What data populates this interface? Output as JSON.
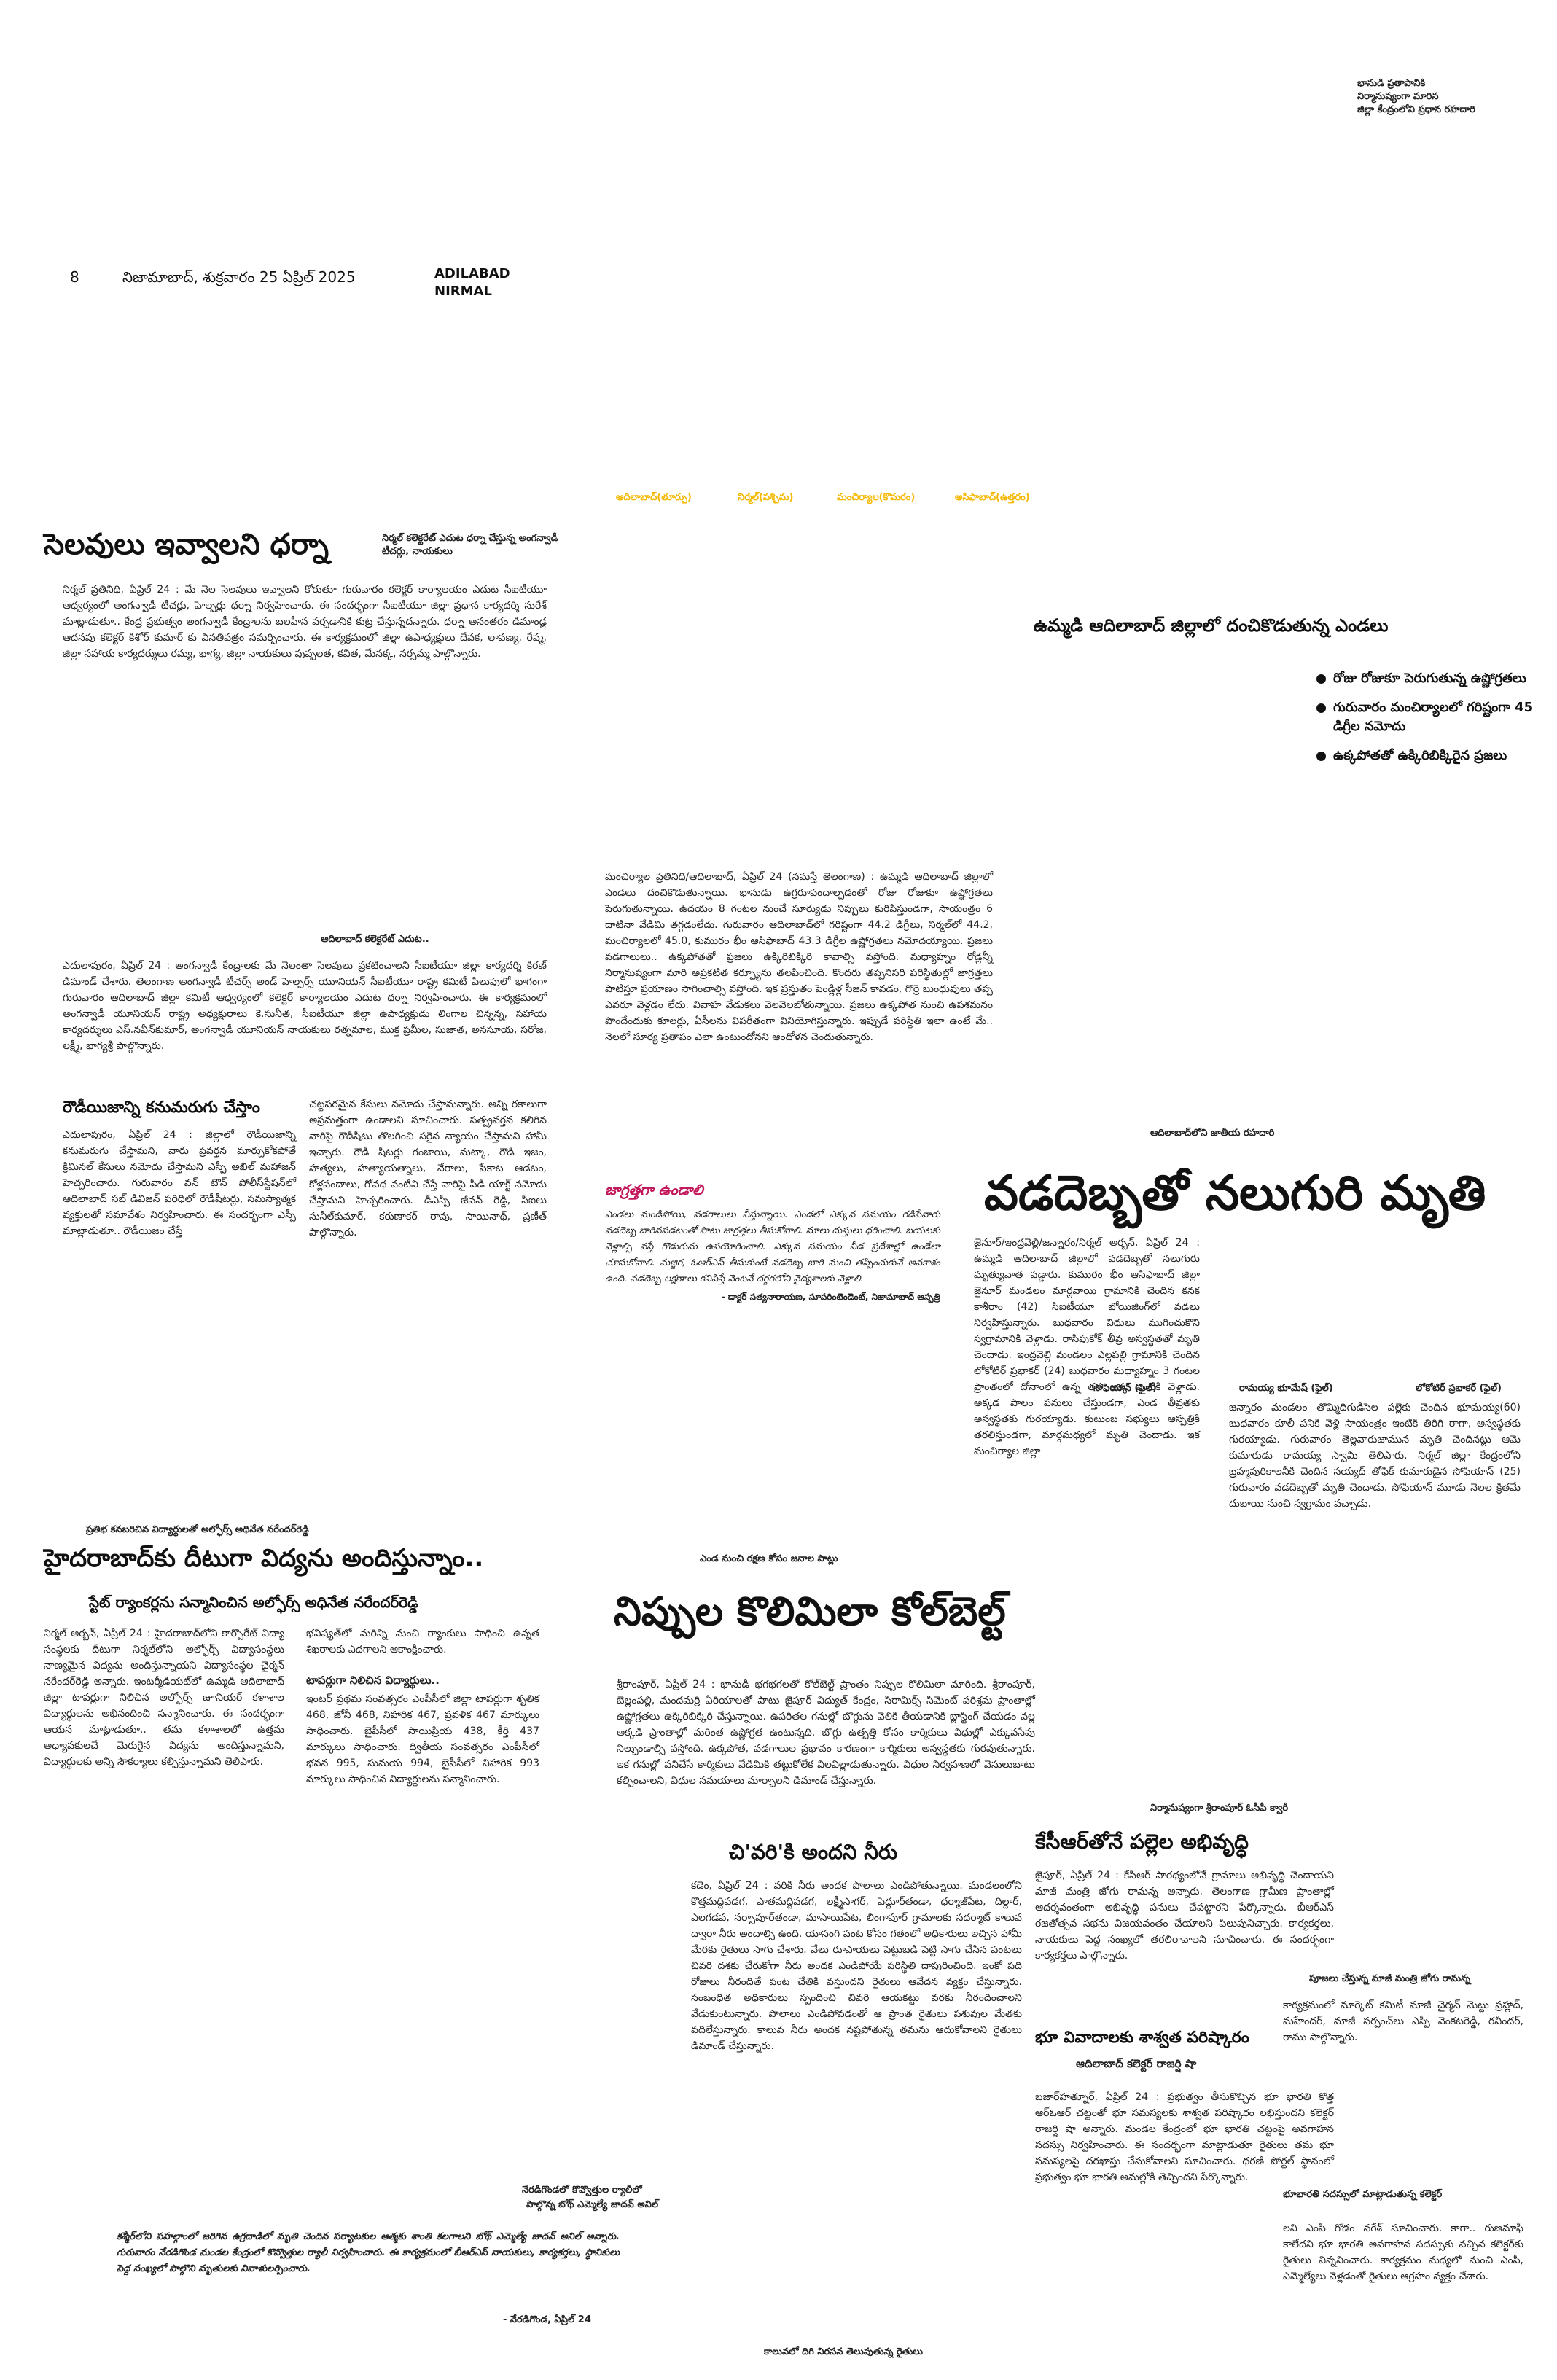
{
  "top_right_note": [
    "భానుడి ప్రతాపానికి",
    "నిర్మానుష్యంగా మారిన",
    "జిల్లా కేంద్రంలోని ప్రధాన రహదారి"
  ],
  "masthead": {
    "page_number": "8",
    "dateline": "నిజామాబాద్, శుక్రవారం 25 ఏప్రిల్ 2025",
    "edition_line1": "ADILABAD",
    "edition_line2": "NIRMAL"
  },
  "section_tabs": [
    "ఆదిలాబాద్(తూర్పు)",
    "నిర్మల్(పశ్చిమ)",
    "మంచిర్యాల(కొమరం)",
    "ఆసిఫాబాద్(ఉత్తరం)"
  ],
  "story_salary": {
    "headline": "సెలవులు ఇవ్వాలని ధర్నా",
    "photo_caption": "నిర్మల్ కలెక్టరేట్ ఎదుట ధర్నా చేస్తున్న అంగన్వాడీ టీచర్లు, నాయకులు",
    "body": "నిర్మల్ ప్రతినిధి, ఏప్రిల్ 24 : మే నెల సెలవులు ఇవ్వాలని కోరుతూ గురువారం కలెక్టర్ కార్యాలయం ఎదుట సీఐటీయూ ఆధ్వర్యంలో అంగన్వాడీ టీచర్లు, హెల్పర్లు ధర్నా నిర్వహించారు. ఈ సందర్భంగా సీఐటీయూ జిల్లా ప్రధాన కార్యదర్శి సురేశ్ మాట్లాడుతూ.. కేంద్ర ప్రభుత్వం అంగన్వాడీ కేంద్రాలను బలహీన పర్చడానికి కుట్ర చేస్తున్నదన్నారు. ధర్నా అనంతరం డిమాండ్ల ఆదనపు కలెక్టర్ కిశోర్ కుమార్ కు వినతిపత్రం సమర్పించారు. ఈ కార్యక్రమంలో జిల్లా ఉపాధ్యక్షులు దేవక, లావణ్య, రేష్మ, జిల్లా సహాయ కార్యదర్శులు రమ్య, భాగ్య, జిల్లా నాయకులు పుష్పలత, కవిత, మేనక్క, నర్సమ్మ పాల్గొన్నారు."
  },
  "story_adilabad": {
    "photo_caption": "ఆదిలాబాద్ కలెక్టరేట్ ఎదుట..",
    "body": "ఎదులాపురం, ఏప్రిల్ 24 : అంగన్వాడీ కేంద్రాలకు మే నెలంతా సెలవులు ప్రకటించాలని సీఐటీయూ జిల్లా కార్యదర్శి కిరణ్ డిమాండ్ చేశారు. తెలంగాణ అంగన్వాడీ టీచర్స్ అండ్ హెల్పర్స్ యూనియన్ సీఐటీయూ రాష్ట్ర కమిటీ పిలుపులో భాగంగా గురువారం ఆదిలాబాద్ జిల్లా కమిటీ ఆధ్వర్యంలో కలెక్టర్ కార్యాలయం ఎదుట ధర్నా నిర్వహించారు. ఈ కార్యక్రమంలో అంగన్వాడీ యూనియన్ రాష్ట్ర అధ్యక్షురాలు కె.సునీత, సీఐటీయూ జిల్లా ఉపాధ్యక్షుడు లింగాల చిన్నన్న, సహాయ కార్యదర్శులు ఎస్.నవీన్‌కుమార్, అంగన్వాడీ యూనియన్ నాయకులు రత్నమాల, ముక్త ప్రమీల, సుజాత, అనసూయ, సరోజ, లక్ష్మీ, భాగ్యశ్రీ పాల్గొన్నారు."
  },
  "story_rowdy": {
    "headline": "రౌడీయిజాన్ని కనుమరుగు చేస్తాం",
    "body_left": "ఎదులాపురం, ఏప్రిల్ 24 : జిల్లాలో రౌడీయిజాన్ని కనుమరుగు చేస్తామని, వారు ప్రవర్తన మార్చుకోకపోతే క్రిమినల్ కేసులు నమోదు చేస్తామని ఎస్పీ అఖిల్ మహాజన్ హెచ్చరించారు. గురువారం వన్ టౌన్ పోలీస్‌స్టేషన్‌లో ఆదిలాబాద్ సబ్ డివిజన్ పరిధిలో రౌడీషీటర్లు, సమస్యాత్మక వ్యక్తులతో సమావేశం నిర్వహించారు. ఈ సందర్భంగా ఎస్పీ మాట్లాడుతూ.. రౌడీయిజం చేస్తే",
    "body_right": "చట్టపరమైన కేసులు నమోదు చేస్తామన్నారు. అన్ని రకాలుగా అప్రమత్తంగా ఉండాలని సూచించారు. సత్ప్రవర్తన కలిగిన వారిపై రౌడీషీటు తొలగించి సరైన న్యాయం చేస్తామని హామీ ఇచ్చారు. రౌడీ షీటర్లు గంజాయి, మట్కా, రౌడీ ఇజం, హత్యలు, హత్యాయత్నాలు, నేరాలు, పేకాట ఆడటం, కోళ్లపందాలు, గోవధ వంటివి చేస్తే వారిపై పీడీ యాక్ట్ నమోదు చేస్తామని హెచ్చరించారు. డీఎస్పీ జీవన్ రెడ్డి, సీఐలు సునీల్‌కుమార్, కరుణాకర్ రావు, సాయినాథ్, ప్రణీత్ పాల్గొన్నారు."
  },
  "story_heat": {
    "body": "మంచిర్యాల ప్రతినిధి/ఆదిలాబాద్, ఏప్రిల్ 24 (నమస్తే తెలంగాణ) : ఉమ్మడి ఆదిలాబాద్ జిల్లాలో ఎండలు దంచికొడుతున్నాయి. భానుడు ఉగ్రరూపందాల్చడంతో రోజు రోజుకూ ఉష్ణోగ్రతలు పెరుగుతున్నాయి. ఉదయం 8 గంటల నుంచే సూర్యుడు నిప్పులు కురిపిస్తుండగా, సాయంత్రం 6 దాటినా వేడిమి తగ్గడంలేదు. గురువారం ఆదిలాబాద్‌లో గరిష్టంగా 44.2 డిగ్రీలు, నిర్మల్‌లో 44.2, మంచిర్యాలలో 45.0, కుమురం భీం ఆసిఫాబాద్ 43.3 డిగ్రీల ఉష్ణోగ్రతలు నమోదయ్యాయి. ప్రజలు వడగాలులు.. ఉక్కపోతతో ప్రజలు ఉక్కిరిబిక్కిరి కావాల్సి వస్తోంది. మధ్యాహ్నం రోడ్లన్నీ నిర్మానుష్యంగా మారి అప్రకటిత కర్ఫ్యూను తలపించింది. కొందరు తప్పనిసరి పరిస్థితుల్లో జాగ్రత్తలు పాటిస్తూ ప్రయాణం సాగించాల్సి వస్తోంది. ఇక ప్రస్తుతం పెండ్లిళ్ల సీజన్ కావడం, గొర్రె బుంధువులు తప్ప ఎవరూ వెళ్లడం లేదు. వివాహ వేడుకలు వెలవెలబోతున్నాయి. ప్రజలు ఉక్కపోత నుంచి ఉపశమనం పొందేందుకు కూలర్లు, ఏసీలను విపరీతంగా వినియోగిస్తున్నారు. ఇప్పుడే పరిస్థితి ఇలా ఉంటే మే.. నెలలో సూర్య ప్రతాపం ఎలా ఉంటుందోనని ఆందోళన చెందుతున్నారు."
  },
  "heat_header": {
    "headline": "ఉమ్మడి ఆదిలాబాద్ జిల్లాలో దంచికొడుతున్న ఎండలు",
    "bullets": [
      "రోజు రోజుకూ పెరుగుతున్న ఉష్ణోగ్రతలు",
      "గురువారం మంచిర్యాలలో గరిష్టంగా 45 డిగ్రీల నమోదు",
      "ఉక్కపోతతో ఉక్కిరిబిక్కిరైన ప్రజలు"
    ],
    "photo_caption": "ఆదిలాబాద్‌లోని జాతీయ రహదారి"
  },
  "careful_box": {
    "title": "జాగ్రత్తగా ఉండాలి",
    "body": "ఎండలు మండిపోయి, వడగాలులు వీస్తున్నాయి. ఎండలో ఎక్కువ సమయం గడిపేవారు వడదెబ్బ బారినపడటంతో పాటు జాగ్రత్తలు తీసుకోవాలి. నూలు దుస్తులు ధరించాలి. బయటకు వెళ్లాల్సి వస్తే గొడుగును ఉపయోగించాలి. ఎక్కువ సమయం నీడ ప్రదేశాల్లో ఉండేలా చూసుకోవాలి. మజ్జిగ, ఓఆర్ఎస్ తీసుకుంటే వడదెబ్బ బారి నుంచి తప్పించుకునే అవకాశం ఉంది. వడదెబ్బ లక్షణాలు కనిపిస్తే వెంటనే దగ్గరలోని వైద్యశాలకు వెళ్లాలి.",
    "signature": "- డాక్టర్ సత్యనారాయణ, సూపరింటెండెంట్, నిజామాబాద్ ఆస్పత్రి"
  },
  "story_heatstroke": {
    "headline": "వడదెబ్బతో నలుగురి మృతి",
    "body": "జైనూర్/ఇంద్రవెల్లి/జన్నారం/నిర్మల్ అర్బన్, ఏప్రిల్ 24 : ఉమ్మడి ఆదిలాబాద్ జిల్లాలో వడదెబ్బతో నలుగురు మృత్యువాత పడ్డారు. కుమురం భీం ఆసిఫాబాద్ జిల్లా జైనూర్ మండలం మార్లవాయి గ్రామానికి చెందిన కనక కాశీరాం (42) సిఐటీయూ బోయిజింగ్‌లో వడలు నిర్వహిస్తున్నారు. బుధవారం విధులు ముగించుకొని స్వగ్రామానికి వెళ్లాడు. రాసిఫుకోక్ తీవ్ర అస్వస్థతతో మృతి చెందాడు. ఇంద్రవెల్లి మండలం ఎల్లపల్లి గ్రామానికి చెందిన లోకోటిర్ ప్రభాకర్ (24) బుధవారం మధ్యాహ్నం 3 గంటల ప్రాంతంలో దోనాంలో ఉన్న తన అక్క ఇంటికి వెళ్లాడు. అక్కడ పాలం పనులు చేస్తుండగా, ఎండ తీవ్రతకు అస్వస్థతకు గురయ్యాడు. కుటుంబ సభ్యులు ఆస్పత్రికి తరలిస్తుండగా, మార్గమధ్యలో మృతి చెందాడు. ఇక మంచిర్యాల జిల్లా",
    "body_right": "జన్నారం మండలం తొమ్మిదిగుడిసెల పల్లెకు చెందిన భూమయ్య(60) బుధవారం కూలీ పనికి వెళ్లి సాయంత్రం ఇంటికి తిరిగి రాగా, అస్వస్థతకు గురయ్యాడు. గురువారం తెల్లవారుజామున మృతి చెందినట్లు ఆమె కుమారుడు రామయ్య స్వామి తెలిపారు. నిర్మల్ జిల్లా కేంద్రంలోని బ్రహ్మపురికాలనీకి చెందిన సయ్యద్ తోఫిక్ కుమారుడైన సోఫియాన్ (25) గురువారం వడదెబ్బతో మృతి చెందాడు. సోఫియాన్ మూడు నెలల క్రితమే దుబాయి నుంచి స్వగ్రామం వచ్చాడు.",
    "photo_captions": [
      "సోఫియాన్ (ఫైల్)",
      "రామయ్య భూమేష్ (ఫైల్)",
      "లోకోటిర్ ప్రభాకర్ (ఫైల్)"
    ]
  },
  "story_hyd": {
    "kicker": "ప్రతిభ కనబరిచిన విద్యార్థులతో అల్ఫోర్స్ అధినేత నరేందర్‌రెడ్డి",
    "headline": "హైదరాబాద్‌కు దీటుగా విద్యను అందిస్తున్నాం..",
    "subhead": "స్టేట్ ర్యాంకర్లను సన్మానించిన అల్ఫోర్స్ అధినేత నరేందర్‌రెడ్డి",
    "body_left": "నిర్మల్ అర్బన్, ఏప్రిల్ 24 : హైదరాబాద్‌లోని కార్పొరేట్ విద్యా సంస్థలకు దీటుగా నిర్మల్‌లోని అల్ఫోర్స్ విద్యాసంస్థలు నాణ్యమైన విద్యను అందిస్తున్నాయని విద్యాసంస్థల చైర్మన్ నరేందర్‌రెడ్డి అన్నారు. ఇంటర్మీడియట్‌లో ఉమ్మడి ఆదిలాబాద్ జిల్లా టాపర్లుగా నిలిచిన అల్ఫోర్స్ జూనియర్ కళాశాల విద్యార్థులను అభినందించి సన్మానించారు. ఈ సందర్భంగా ఆయన మాట్లాడుతూ.. తమ కళాశాలలో ఉత్తమ అధ్యాపకులచే మెరుగైన విద్యను అందిస్తున్నామని, విద్యార్థులకు అన్ని సౌకర్యాలు కల్పిస్తున్నామని తెలిపారు.",
    "body_right": "భవిష్యత్‌లో మరిన్ని మంచి ర్యాంకులు సాధించి ఉన్నత శిఖరాలకు ఎదగాలని ఆకాంక్షించారు.",
    "box_title": "టాపర్లుగా నిలిచిన విద్యార్థులు..",
    "box_body": "ఇంటర్ ప్రథమ సంవత్సరం ఎంపీసీలో జిల్లా టాపర్లుగా శృతిక 468, జోనీ 468, నిహారిక 467, ప్రవళిక 467 మార్కులు సాధించారు. బైపీసీలో సాయిప్రియ 438, కీర్తి 437 మార్కులు సాధించారు. ద్వితీయ సంవత్సరం ఎంపీసీలో భవన 995, సుమయ 994, బైపీసీలో నిహారిక 993 మార్కులు సాధించిన విద్యార్థులను సన్మానించారు."
  },
  "story_coal": {
    "kicker": "ఎండ నుంచి రక్షణ కోసం జనాల పాట్లు",
    "headline": "నిప్పుల కొలిమిలా కోల్‌బెల్ట్",
    "body": "శ్రీరాంపూర్, ఏప్రిల్ 24 : భానుడి భగభగలతో కోల్‌బెల్ట్ ప్రాంతం నిప్పుల కొలిమిలా మారింది. శ్రీరాంపూర్, బెల్లంపల్లి, మందమర్రి ఏరియాలతో పాటు జైపూర్ విద్యుత్ కేంద్రం, సిరామిక్స్ సిమెంట్ పరిశ్రమ ప్రాంతాల్లో ఉష్ణోగ్రతలు ఉక్కిరిబిక్కిరి చేస్తున్నాయి. ఉపరితల గనుల్లో బొగ్గును వెలికి తీయడానికి బ్లాస్టింగ్ చేయడం వల్ల అక్కడి ప్రాంతాల్లో మరింత ఉష్ణోగ్రత ఉంటున్నది. బొగ్గు ఉత్పత్తి కోసం కార్మికులు విధుల్లో ఎక్కువసేపు నిల్చుండాల్సి వస్తోంది. ఉక్కపోత, వడగాలుల ప్రభావం కారణంగా కార్మికులు అస్వస్థతకు గురవుతున్నారు. ఇక గనుల్లో పనిచేసే కార్మికులు వేడిమికి తట్టుకోలేక విలవిల్లాడుతున్నారు. విధుల నిర్వహణలో వెసులుబాటు కల్పించాలని, విధుల సమయాలు మార్చాలని డిమాండ్ చేస్తున్నారు.",
    "photo_caption": "నిర్మానుష్యంగా శ్రీరాంపూర్ ఓసీపీ క్వారీ"
  },
  "story_water": {
    "headline": "చి'వరి'కి అందని నీరు",
    "body": "కడెం, ఏప్రిల్ 24 : వరికి నీరు అందక పొలాలు ఎండిపోతున్నాయి. మండలంలోని కొత్తమద్దిపడగ, పాతమద్దిపడగ, లక్ష్మీసాగర్, పెద్దూర్‌తండా, ధర్మాజీపేట, దిల్దార్, ఎలగడప, నర్సాపూర్‌తండా, మాసాయిపేట, లింగాపూర్ గ్రామాలకు సదర్మాట్ కాలువ ద్వారా నీరు అందాల్సి ఉంది. యాసంగి పంట కోసం గతంలో అధికారులు ఇచ్చిన హామీ మేరకు రైతులు సాగు చేశారు. వేలు రూపాయలు పెట్టుబడి పెట్టి సాగు చేసిన పంటలు చివరి దశకు చేరుకోగా నీరు అందక ఎండిపోయే పరిస్థితి దాపురించింది. ఇంకో పది రోజులు నీరందితే పంట చేతికి వస్తుందని రైతులు ఆవేదన వ్యక్తం చేస్తున్నారు. సంబంధిత అధికారులు స్పందించి చివరి ఆయకట్టు వరకు నీరందించాలని వేడుకుంటున్నారు. పొలాలు ఎండిపోవడంతో ఆ ప్రాంత రైతులు పశువుల మేతకు వదిలేస్తున్నారు. కాలువ నీరు అందక నష్టపోతున్న తమను ఆదుకోవాలని రైతులు డిమాండ్ చేస్తున్నారు.",
    "photo_caption": "కాలువలో దిగి నిరసన తెలుపుతున్న రైతులు"
  },
  "story_kcr": {
    "headline": "కేసీఆర్‌తోనే పల్లెల అభివృద్ధి",
    "body": "జైపూర్, ఏప్రిల్ 24 : కేసీఆర్ సారథ్యంలోనే గ్రామాలు అభివృద్ధి చెందాయని మాజీ మంత్రి జోగు రామన్న అన్నారు. తెలంగాణ గ్రామీణ ప్రాంతాల్లో ఆదర్శవంతంగా అభివృద్ధి పనులు చేపట్టారని పేర్కొన్నారు. బీఆర్ఎస్ రజతోత్సవ సభను విజయవంతం చేయాలని పిలుపునిచ్చారు. కార్యకర్తలు, నాయకులు పెద్ద సంఖ్యలో తరలిరావాలని సూచించారు. ఈ సందర్భంగా కార్యకర్తలు పాల్గొన్నారు.",
    "photo_caption": "పూజలు చేస్తున్న మాజీ మంత్రి జోగు రామన్న",
    "side_text": "కార్యక్రమంలో మార్కెట్ కమిటీ మాజీ చైర్మన్ మెట్టు ప్రహ్లాద్, మహేందర్, మాజీ సర్పంచ్‌లు ఎస్పీ వెంకటరెడ్డి, రవీందర్, రాము పాల్గొన్నారు."
  },
  "story_land": {
    "headline": "భూ వివాదాలకు శాశ్వత పరిష్కారం",
    "subhead": "ఆదిలాబాద్ కలెక్టర్ రాజర్షి షా",
    "body": "బజార్‌హత్నూర్, ఏప్రిల్ 24 : ప్రభుత్వం తీసుకొచ్చిన భూ భారతి కొత్త ఆర్ఓఆర్ చట్టంతో భూ సమస్యలకు శాశ్వత పరిష్కారం లభిస్తుందని కలెక్టర్ రాజర్షి షా అన్నారు. మండల కేంద్రంలో భూ భారతి చట్టంపై అవగాహన సదస్సు నిర్వహించారు. ఈ సందర్భంగా మాట్లాడుతూ రైతులు తమ భూ సమస్యలపై దరఖాస్తు చేసుకోవాలని సూచించారు. ధరణి పోర్టల్ స్థానంలో ప్రభుత్వం భూ భారతి అమల్లోకి తెచ్చిందని పేర్కొన్నారు.",
    "photo_caption": "భూభారతి సదస్సులో మాట్లాడుతున్న కలెక్టర్",
    "side_text": "లని ఎంపీ గోడం నగేశ్ సూచించారు. కాగా.. రుణమాఫీ కాలేదని భూ భారతి అవగాహన సదస్సుకు వచ్చిన కలెక్టర్‌కు రైతులు విన్నవించారు. కార్యక్రమం మధ్యలో నుంచి ఎంపీ, ఎమ్మెల్యేలు వెళ్లడంతో రైతులు ఆగ్రహం వ్యక్తం చేశారు."
  },
  "story_bottom": {
    "caption_line1": "నేరడిగొండలో కొవ్వొత్తుల ర్యాలీలో",
    "caption_line2": "పాల్గొన్న బోథ్ ఎమ్మెల్యే జాదవ్ అనిల్",
    "body": "కశ్మీర్‌లోని పహల్గాంలో జరిగిన ఉగ్రదాడిలో మృతి చెందిన పర్యాటకుల ఆత్మకు శాంతి కలగాలని బోథ్ ఎమ్మెల్యే జాదవ్ అనిల్ అన్నారు. గురువారం నేరడిగొండ మండల కేంద్రంలో కొవ్వొత్తుల ర్యాలీ నిర్వహించారు. ఈ కార్యక్రమంలో బీఆర్ఎస్ నాయకులు, కార్యకర్తలు, స్థానికులు పెద్ద సంఖ్యలో పాల్గొని మృతులకు నివాళులర్పించారు.",
    "signature": "- నేరడిగొండ, ఏప్రిల్ 24"
  }
}
